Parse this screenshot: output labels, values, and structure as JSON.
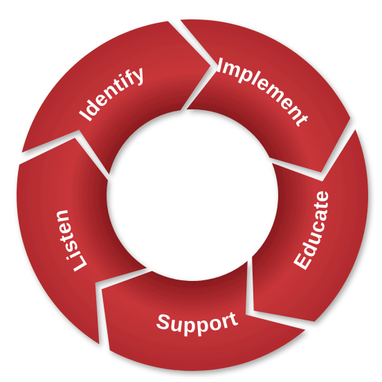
{
  "diagram": {
    "type": "cycle",
    "colors": {
      "segment_light": "#c8363a",
      "segment_mid": "#b02a2e",
      "segment_dark": "#7e1519",
      "label": "#ffffff",
      "background": "#ffffff"
    },
    "segments": [
      {
        "label": "Listen"
      },
      {
        "label": "Identify"
      },
      {
        "label": "Implement"
      },
      {
        "label": "Educate"
      },
      {
        "label": "Support"
      }
    ]
  }
}
